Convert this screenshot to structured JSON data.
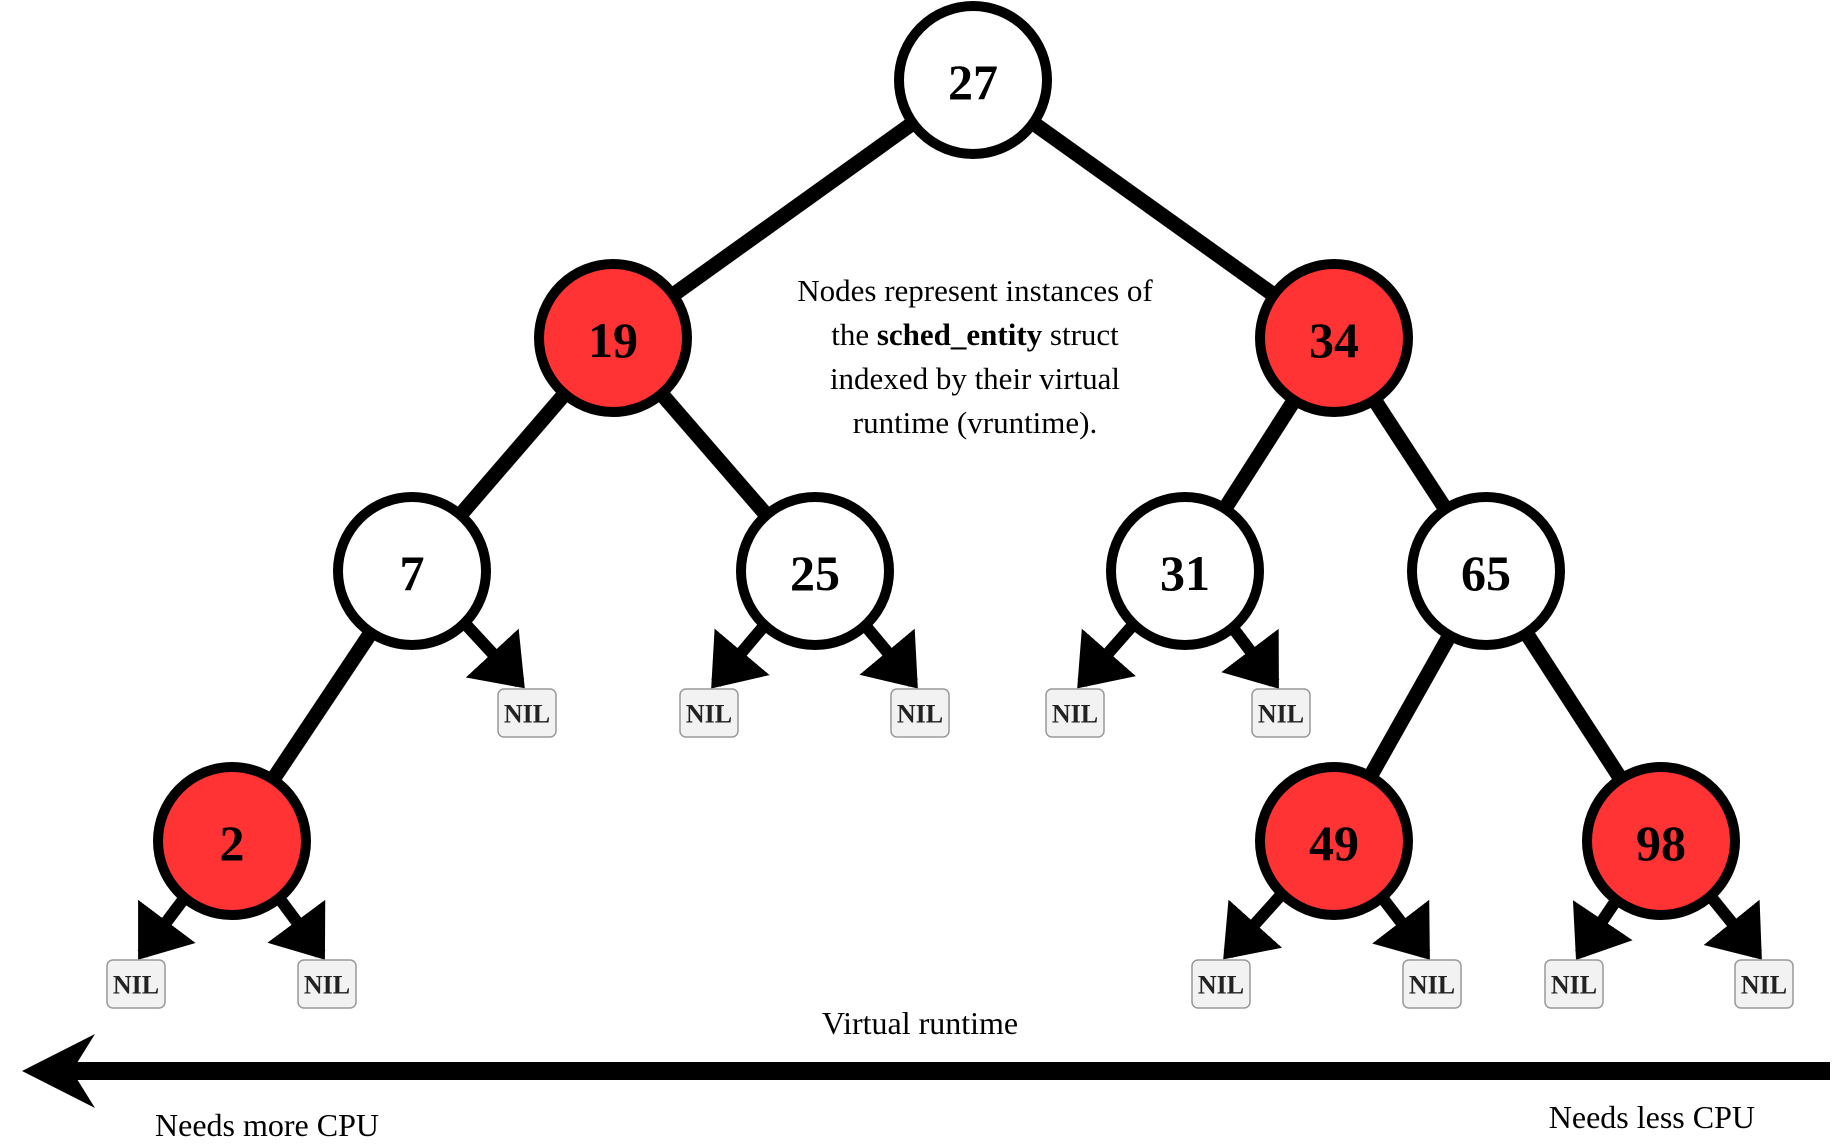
{
  "tree": {
    "nodes": [
      {
        "id": "n27",
        "label": "27",
        "color": "black"
      },
      {
        "id": "n19",
        "label": "19",
        "color": "red"
      },
      {
        "id": "n34",
        "label": "34",
        "color": "red"
      },
      {
        "id": "n7",
        "label": "7",
        "color": "black"
      },
      {
        "id": "n25",
        "label": "25",
        "color": "black"
      },
      {
        "id": "n31",
        "label": "31",
        "color": "black"
      },
      {
        "id": "n65",
        "label": "65",
        "color": "black"
      },
      {
        "id": "n2",
        "label": "2",
        "color": "red"
      },
      {
        "id": "n49",
        "label": "49",
        "color": "red"
      },
      {
        "id": "n98",
        "label": "98",
        "color": "red"
      }
    ],
    "edges": [
      [
        "n27",
        "n19"
      ],
      [
        "n27",
        "n34"
      ],
      [
        "n19",
        "n7"
      ],
      [
        "n19",
        "n25"
      ],
      [
        "n34",
        "n31"
      ],
      [
        "n34",
        "n65"
      ],
      [
        "n7",
        "n2"
      ],
      [
        "n65",
        "n49"
      ],
      [
        "n65",
        "n98"
      ]
    ],
    "nil_label": "NIL",
    "nil_children": [
      "n7",
      "n25",
      "n25",
      "n31",
      "n31",
      "n2",
      "n2",
      "n49",
      "n49",
      "n98",
      "n98"
    ]
  },
  "note": {
    "line1": "Nodes represent instances of",
    "line2_prefix": "the ",
    "line2_bold": "sched_entity",
    "line2_suffix": " struct",
    "line3": "indexed by their virtual",
    "line4": "runtime (vruntime)."
  },
  "axis": {
    "label": "Virtual runtime",
    "left_label": "Needs more CPU",
    "right_label": "Needs less CPU"
  },
  "colors": {
    "red_node": "#ff3333",
    "black_node": "#ffffff",
    "stroke": "#000000",
    "nil_fill": "#f2f2f2",
    "nil_stroke": "#999999"
  }
}
